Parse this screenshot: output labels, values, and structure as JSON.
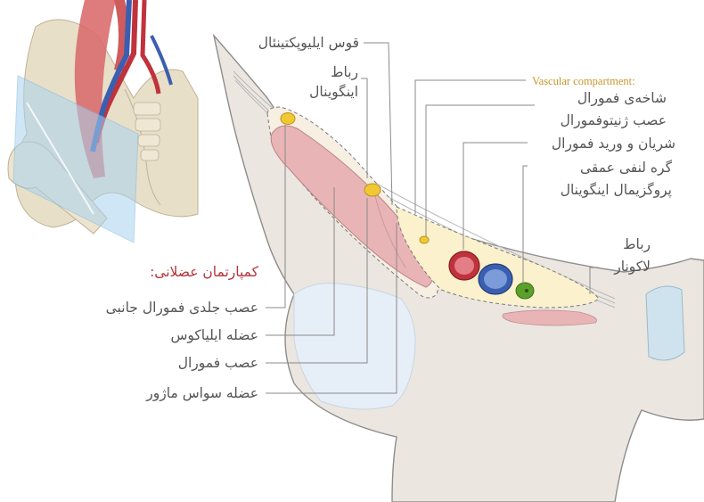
{
  "colors": {
    "vascular_heading": "#c8962a",
    "muscular_heading": "#b5343a",
    "label_text": "#555555",
    "artery": "#c0323c",
    "vein": "#3b5fb0",
    "lymph_node": "#5aa02a",
    "nerve": "#f2c832",
    "muscle": "#e9b4b6",
    "vascular_space": "#fbf1cc"
  },
  "labels": {
    "iliopectineal_arch": "قوس ایلیوپکتینئال",
    "inguinal_ligament": "رباط\nاینگوینال",
    "vascular_compartment": "Vascular compartment:",
    "femoral_branch_genitofemoral_nerve": "شاخه‌ی فمورال\nعصب ژنیتوفمورال",
    "femoral_artery_vein": "شریان و ورید فمورال",
    "deep_inguinal_lymph_node": "گره لنفی عمقی\nپروگزیمال اینگوینال",
    "lacunar_ligament": "رباط\nلاکونار",
    "muscular_compartment": "کمپارتمان عضلانی:",
    "lateral_femoral_cutaneous_nerve": "عصب جلدی فمورال جانبی",
    "iliacus_muscle": "عضله ایلیاکوس",
    "femoral_nerve": "عصب فمورال",
    "psoas_major_muscle": "عضله سواس ماژور"
  },
  "icons": [
    "pelvis-inset-icon",
    "hip-bone-icon",
    "femoral-artery-icon",
    "femoral-vein-icon",
    "lymph-node-icon"
  ]
}
